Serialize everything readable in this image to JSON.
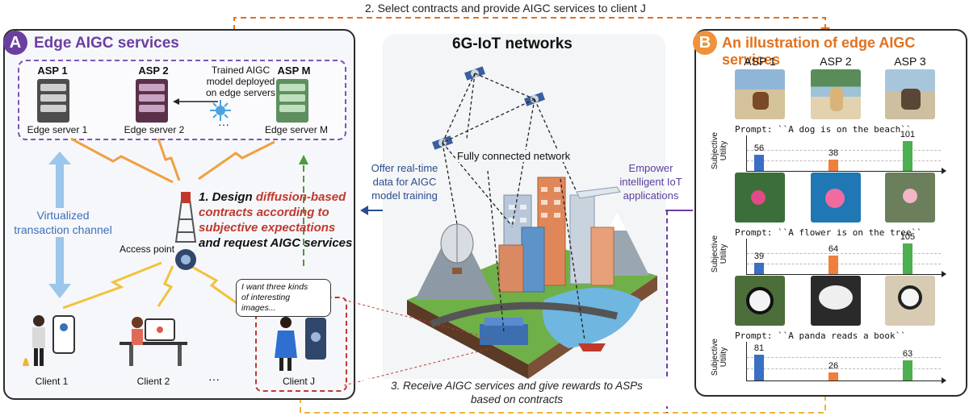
{
  "top_arrow_label": "2. Select contracts and provide AIGC services to client J",
  "bottom_arrow_label_line1": "3. Receive AIGC services and give rewards to ASPs",
  "bottom_arrow_label_line2": "based on contracts",
  "panel_a": {
    "badge": "A",
    "title": "Edge AIGC services",
    "asps": [
      {
        "label": "ASP 1",
        "server_label": "Edge server 1"
      },
      {
        "label": "ASP 2",
        "server_label": "Edge server 2"
      },
      {
        "label": "ASP M",
        "server_label": "Edge server M"
      }
    ],
    "ellipsis": "···",
    "trained_model_note": [
      "Trained AIGC",
      "model deployed",
      "on edge servers"
    ],
    "channel_label": [
      "Virtualized",
      "transaction channel"
    ],
    "access_point_label": "Access point",
    "design_text": {
      "line1_prefix": "1. Design ",
      "line1_highlight": "diffusion-based",
      "line2": "contracts according to",
      "line3": "subjective expectations",
      "line4": "and request AIGC services"
    },
    "clients": [
      "Client 1",
      "Client 2",
      "Client J"
    ],
    "client_ellipsis": "···",
    "speech_bubble": [
      "I want three kinds",
      "of interesting",
      "images..."
    ]
  },
  "center": {
    "title": "6G-IoT networks",
    "network_label": "Fully connected network",
    "left_label": [
      "Offer real-time",
      "data for AIGC",
      "model training"
    ],
    "right_label": [
      "Empower",
      "intelligent IoT",
      "applications"
    ]
  },
  "panel_b": {
    "badge": "B",
    "title": "An illustration of edge AIGC services",
    "columns": [
      "ASP 1",
      "ASP 2",
      "ASP 3"
    ],
    "ylabel_line1": "Subjective",
    "ylabel_line2": "Utility",
    "colors": {
      "asp1": "#3a6fc4",
      "asp2": "#f07f3c",
      "asp3": "#4caf50"
    },
    "chart_data": [
      {
        "type": "bar",
        "prompt": "Prompt: ``A dog is on the beach``",
        "categories": [
          "ASP 1",
          "ASP 2",
          "ASP 3"
        ],
        "values": [
          56,
          38,
          101
        ]
      },
      {
        "type": "bar",
        "prompt": "Prompt: ``A flower is on the tree``",
        "categories": [
          "ASP 1",
          "ASP 2",
          "ASP 3"
        ],
        "values": [
          39,
          64,
          105
        ]
      },
      {
        "type": "bar",
        "prompt": "Prompt: ``A panda reads a book``",
        "categories": [
          "ASP 1",
          "ASP 2",
          "ASP 3"
        ],
        "values": [
          81,
          26,
          63
        ]
      }
    ]
  }
}
